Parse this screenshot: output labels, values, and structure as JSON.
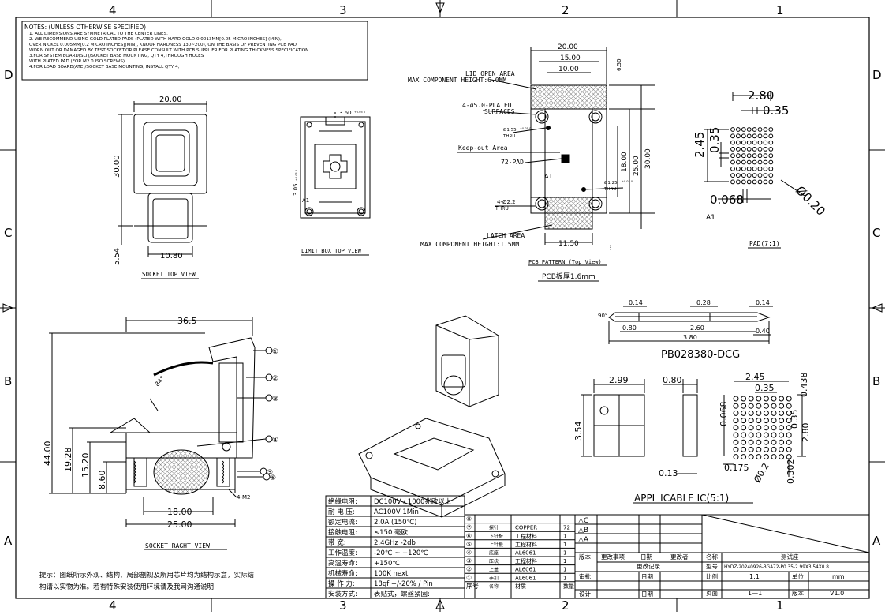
{
  "frame": {
    "cols_top": [
      "4",
      "3",
      "2",
      "1"
    ],
    "cols_bottom": [
      "4",
      "3",
      "2",
      "1"
    ],
    "rows_left": [
      "D",
      "C",
      "B",
      "A"
    ],
    "rows_right": [
      "D",
      "C",
      "B",
      "A"
    ]
  },
  "notes": {
    "lines": [
      "NOTES: (UNLESS OTHERWISE SPECIFIED)",
      "1. ALL DIMENSIONS ARE SYMMETRICAL TO THE CENTER LINES.",
      "2. WE RECOMMEND USING GOLD PLATED PADS (PLATED WITH HARD GOLD 0.0013MM[0.05 MICRO INCHES] (MIN),",
      "OVER NICKEL 0.005MM[0.2 MICRO INCHES](MIN), KNOOP HARDNESS 130~200), ON THE BASIS OF PREVENTING PCB PAD",
      "WORN OUT OR DAMAGED BY TEST SOCKET.OR PLEASE CONSULT WITH PCB SUPPLIER FOR PLATING THICKNESS SPECIFICATION.",
      "3.FOR SYSTEM BOARD(SLT)/SOCKET BASE MOUNTING, QTY 4,THROUGH HOLES",
      "WITH PLATED PAD (FOR M2.0 ISO SCREWS).",
      "4.FOR LOAD BOARD(ATE)/SOCKET BASE MOUNTING, INSTALL QTY 4;"
    ]
  },
  "socket_top_view": {
    "dim_width": "20.00",
    "dim_height": "30.00",
    "dim_bottom": "10.80",
    "dim_side": "5.54",
    "caption": "SOCKET TOP VIEW"
  },
  "limit_box": {
    "dim_top": "3.60",
    "dim_top_tol": "+0.05 0",
    "dim_side": "3.05",
    "dim_side_tol": "+0.05 0",
    "label_a1": "A1",
    "caption": "LIMIT BOX  TOP VIEW"
  },
  "pcb_pattern": {
    "dim_20": "20.00",
    "dim_15": "15.00",
    "dim_10": "10.00",
    "dim_650": "6.50",
    "lid_open_1": "LID OPEN AREA",
    "lid_open_2": "MAX COMPONENT HEIGHT:6.0MM",
    "plated_1": "4-ø5.0-PLATED",
    "plated_2": "SURFACES",
    "hole_155": "Ø1.55",
    "hole_155_tol": "+0.05 0",
    "thru_1": "THRU",
    "keepout": "Keep-out Area",
    "pad_72": "72-PAD",
    "label_a1": "A1",
    "dim_18": "18.00",
    "dim_25": "25.00",
    "dim_30": "30.00",
    "hole_125": "Ø1.25",
    "hole_125_tol": "+0.05 0",
    "thru_2": "THRU",
    "hole_22": "4-Ø2.2",
    "thru_3": "THRU",
    "latch_1": "LATCH AREA",
    "latch_2": "MAX COMPONENT HEIGHT:1.5MM",
    "dim_1150": "11.50",
    "dim_tiny": "1.50",
    "caption": "PCB PATTERN (Top View)",
    "thickness": "PCB板厚1.6mm"
  },
  "pad_view": {
    "dim_280": "2.80",
    "dim_035h": "0.35",
    "dim_245": "2.45",
    "dim_035v": "0.35",
    "dim_0068": "0.068",
    "dim_dia": "Ø0.20",
    "label_a1": "A1",
    "caption": "PAD(7:1)"
  },
  "pin": {
    "d_014a": "0.14",
    "d_028": "0.28",
    "d_014b": "0.14",
    "angle": "90°",
    "d_080": "0.80",
    "d_260": "2.60",
    "d_040": "0.40",
    "d_380": "3.80",
    "part_no": "PB028380-DCG"
  },
  "ic_view": {
    "d_299": "2.99",
    "d_354": "3.54",
    "d_080": "0.80",
    "d_013": "0.13",
    "d_245": "2.45",
    "d_035": "0.35",
    "d_0438": "0.438",
    "d_0068": "0.068",
    "d_035v": "0.35",
    "d_280": "2.80",
    "d_0175": "0.175",
    "d_dia": "Ø0.2",
    "d_0302": "0.302",
    "caption": "APPL ICABLE IC(5:1)"
  },
  "side_view": {
    "d_365": "36.5",
    "angle": "84°",
    "d_44": "44.00",
    "d_1928": "19.28",
    "d_1520": "15.20",
    "d_860": "8.60",
    "d_18": "18.00",
    "d_25": "25.00",
    "m2": "4-M2",
    "balloons": [
      "①",
      "②",
      "③",
      "④",
      "⑤",
      "⑥"
    ],
    "caption": "SOCKET RAGHT VIEW"
  },
  "tip": {
    "line1": "提示：图纸所示外观、结构、局部剖视及所用芯片均为结构示意，实际结",
    "line2": "构请以实物为准。若有特殊安装使用环境请及我司沟通说明"
  },
  "spec_table": [
    {
      "label": "绝缘电阻:",
      "value": "DC100V / 1000兆欧以上"
    },
    {
      "label": "耐  电  压:",
      "value": "AC100V 1Min"
    },
    {
      "label": "额定电流:",
      "value": "2.0A (150℃)"
    },
    {
      "label": "接触电阻:",
      "value": "≤150 毫欧"
    },
    {
      "label": "带    宽:",
      "value": "2.4GHz -2db"
    },
    {
      "label": "工作温度:",
      "value": "-20℃ ~ +120℃"
    },
    {
      "label": "高温寿命:",
      "value": "+150℃"
    },
    {
      "label": "机械寿命:",
      "value": "100K next"
    },
    {
      "label": "操  作  力:",
      "value": "18gf +/-20% / Pin"
    },
    {
      "label": "安装方式:",
      "value": "表贴式，螺丝紧固:"
    }
  ],
  "bom": {
    "rows": [
      {
        "no": "⑧",
        "name": "",
        "mat": "",
        "qty": ""
      },
      {
        "no": "⑦",
        "name": "探针",
        "mat": "COPPER",
        "qty": "72"
      },
      {
        "no": "⑥",
        "name": "下针板",
        "mat": "工程材料",
        "qty": "1"
      },
      {
        "no": "⑤",
        "name": "上针板",
        "mat": "工程材料",
        "qty": "1"
      },
      {
        "no": "④",
        "name": "底座",
        "mat": "AL6061",
        "qty": "1"
      },
      {
        "no": "③",
        "name": "压块",
        "mat": "工程材料",
        "qty": "1"
      },
      {
        "no": "②",
        "name": "上盖",
        "mat": "AL6061",
        "qty": "1"
      },
      {
        "no": "①",
        "name": "手扣",
        "mat": "AL6061",
        "qty": "1"
      }
    ],
    "header": {
      "no": "序号",
      "name": "名称",
      "mat": "材质",
      "qty": "数量"
    }
  },
  "title_block": {
    "rev_c": "△C",
    "rev_b": "△B",
    "rev_a": "△A",
    "ver": "版本",
    "change_item": "更改事项",
    "date": "日期",
    "changer": "更改者",
    "change_record": "更改记录",
    "review": "审批",
    "review_date": "日期",
    "design": "设计",
    "design_date": "日期",
    "name_label": "名称",
    "name_value": "测试座",
    "model_label": "型号",
    "model_value": "HYDZ-20240926-BGA72-P0.35-2.99X3.54X0.8",
    "scale_label": "比例",
    "scale_value": "1:1",
    "unit_label": "单位",
    "unit_value": "mm",
    "page_label": "页面",
    "page_value": "1—1",
    "version_label": "版本",
    "version_value": "V1.0"
  }
}
